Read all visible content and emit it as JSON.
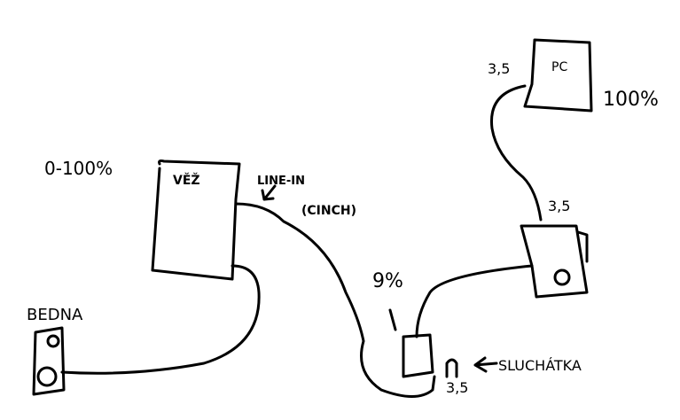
{
  "labels": {
    "tower": "VĚŽ",
    "tower_volume": "0-100%",
    "line_in": "LINE-IN",
    "cinch": "(CINCH)",
    "pc": "PC",
    "pc_jack": "3,5",
    "pc_volume": "100%",
    "device_jack": "3,5",
    "device_volume": "9%",
    "speaker": "BEDNA",
    "headphones": "SLUCHÁTKA",
    "headphone_jack": "3,5"
  },
  "colors": {
    "ink": "#000000",
    "background": "#ffffff"
  }
}
